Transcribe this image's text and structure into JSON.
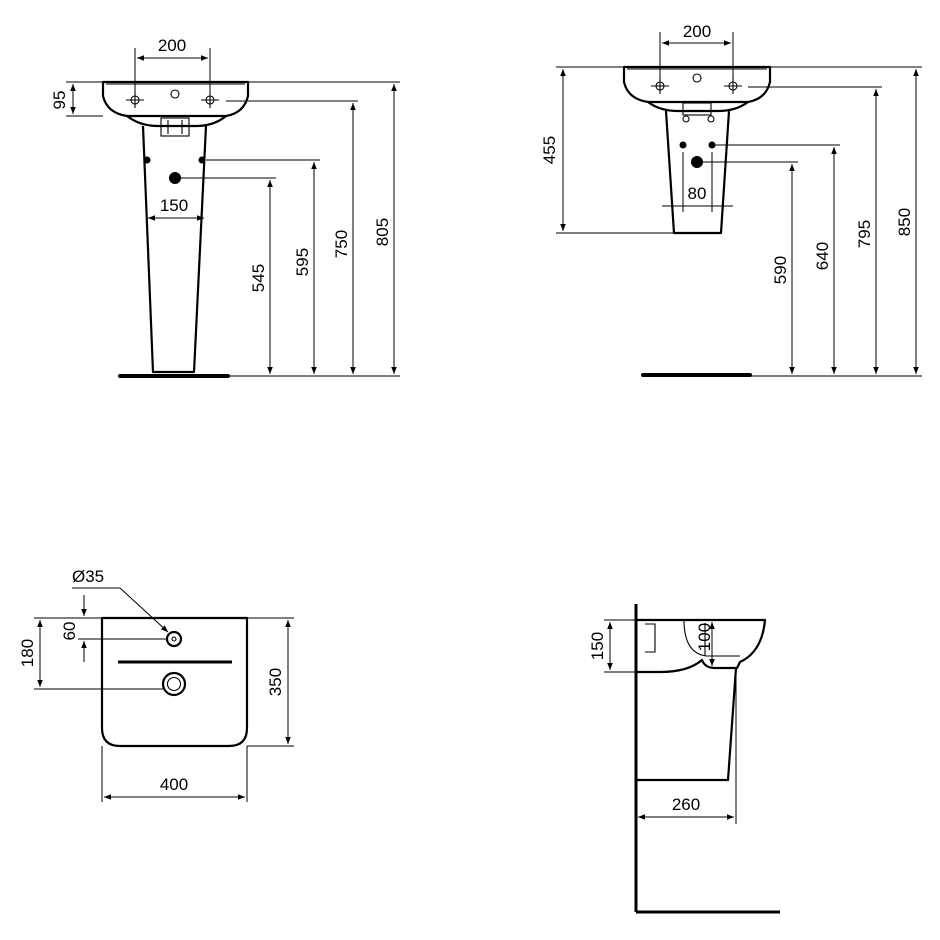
{
  "views": {
    "front_pedestal": {
      "tap_spacing": "200",
      "basin_height": "95",
      "pedestal_width": "150",
      "height_545": "545",
      "height_595": "595",
      "height_750": "750",
      "height_805": "805"
    },
    "front_semi_pedestal": {
      "tap_spacing": "200",
      "height_455": "455",
      "hole_spacing": "80",
      "height_590": "590",
      "height_640": "640",
      "height_795": "795",
      "height_850": "850"
    },
    "top_view": {
      "tap_hole_diameter": "Ø35",
      "tap_offset": "60",
      "waste_offset": "180",
      "depth": "350",
      "width": "400"
    },
    "side_view": {
      "rim_depth": "150",
      "bowl_depth": "100",
      "projection": "260"
    }
  }
}
